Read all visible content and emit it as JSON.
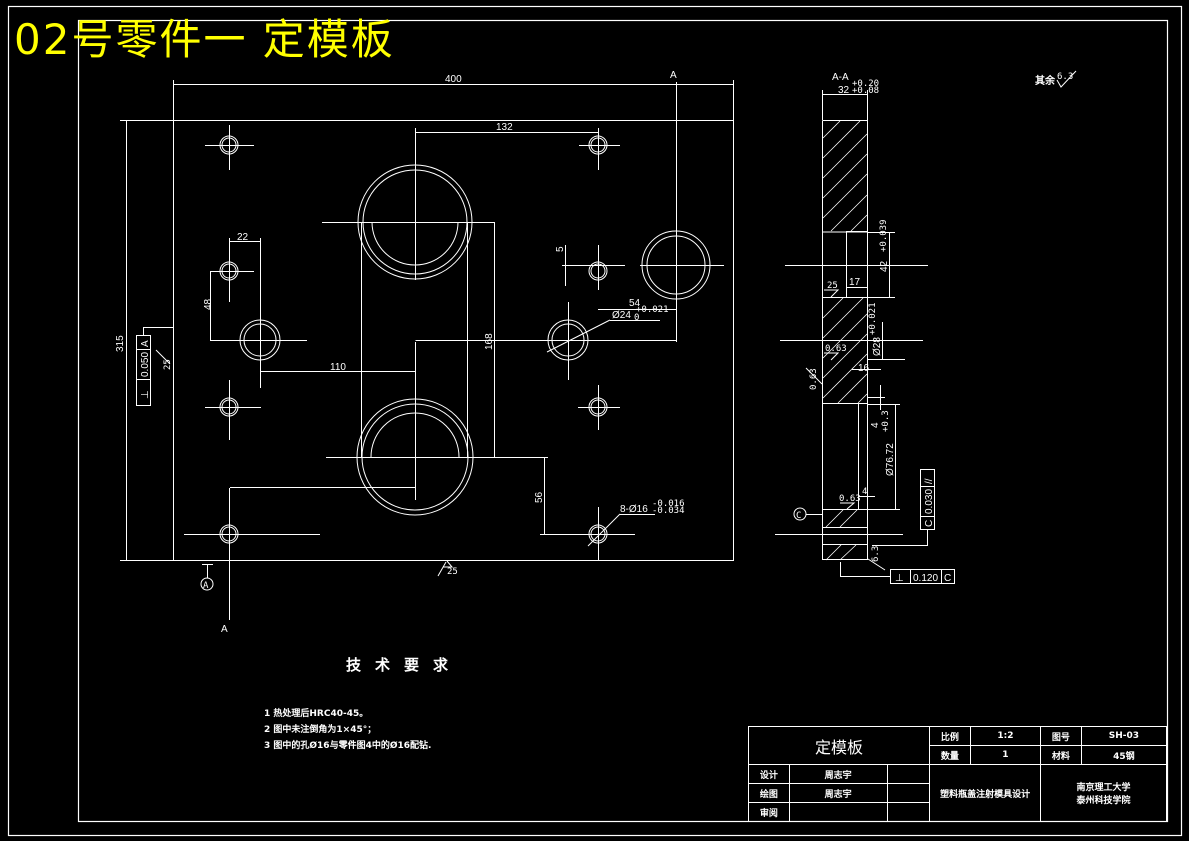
{
  "title": "02号零件一 定模板",
  "colors": {
    "background": "#000000",
    "lines": "#ffffff",
    "title": "#ffff00"
  },
  "front_view": {
    "dimensions": {
      "width": "400",
      "height": "315",
      "hole_spacing_top": "132",
      "small_hole_offset": "22",
      "vertical_48": "48",
      "horizontal_110": "110",
      "vertical_168": "168",
      "dim_5": "5",
      "dim_54": "54",
      "dim_56": "56"
    },
    "callouts": {
      "dia24": "Ø24",
      "dia24_tol_upper": "+0.021",
      "dia24_tol_lower": "0",
      "dia16": "8-Ø16",
      "dia16_tol_upper": "-0.016",
      "dia16_tol_lower": "-0.034",
      "roughness_side": "25",
      "roughness_bottom": "25"
    },
    "perpendicularity": {
      "symbol": "⊥",
      "value": "0.050",
      "datum": "A"
    },
    "section_marks": {
      "top": "A",
      "bottom": "A",
      "datum": "A"
    }
  },
  "section_view": {
    "label": "A-A",
    "thickness": "32",
    "thickness_tol_upper": "+0.20",
    "thickness_tol_lower": "+0.08",
    "dims": {
      "d42": "42",
      "d42_tol": "+0.039",
      "d17": "17",
      "d28": "Ø28",
      "d28_tol": "+0.021",
      "d16": "16",
      "d4a": "4",
      "d76": "Ø76.72",
      "d76_tol": "+0.3",
      "d4b": "4"
    },
    "roughness": {
      "r1": "25",
      "r2": "0.63",
      "r3": "0.63",
      "r4": "0.63",
      "r5": "6.3"
    },
    "parallelism": {
      "symbol": "//",
      "value": "0.030",
      "datum": "C"
    },
    "perpendicularity": {
      "symbol": "⊥",
      "value": "0.120",
      "datum": "C"
    },
    "datum_label": "C"
  },
  "other_roughness": {
    "label": "其余",
    "value": "6.3"
  },
  "tech_requirements": {
    "title": "技术要求",
    "items": [
      "1   热处理后HRC40-45。",
      "2   图中未注倒角为1×45°；",
      "3   图中的孔Ø16与零件图4中的Ø16配钻."
    ]
  },
  "title_block": {
    "part_name": "定模板",
    "scale_label": "比例",
    "scale_value": "1:2",
    "drawing_no_label": "图号",
    "drawing_no": "SH-03",
    "qty_label": "数量",
    "qty_value": "1",
    "material_label": "材料",
    "material_value": "45钢",
    "design_label": "设计",
    "design_name": "周志宇",
    "draw_label": "绘图",
    "draw_name": "周志宇",
    "review_label": "审阅",
    "project": "塑料瓶盖注射模具设计",
    "school_line1": "南京理工大学",
    "school_line2": "泰州科技学院"
  }
}
